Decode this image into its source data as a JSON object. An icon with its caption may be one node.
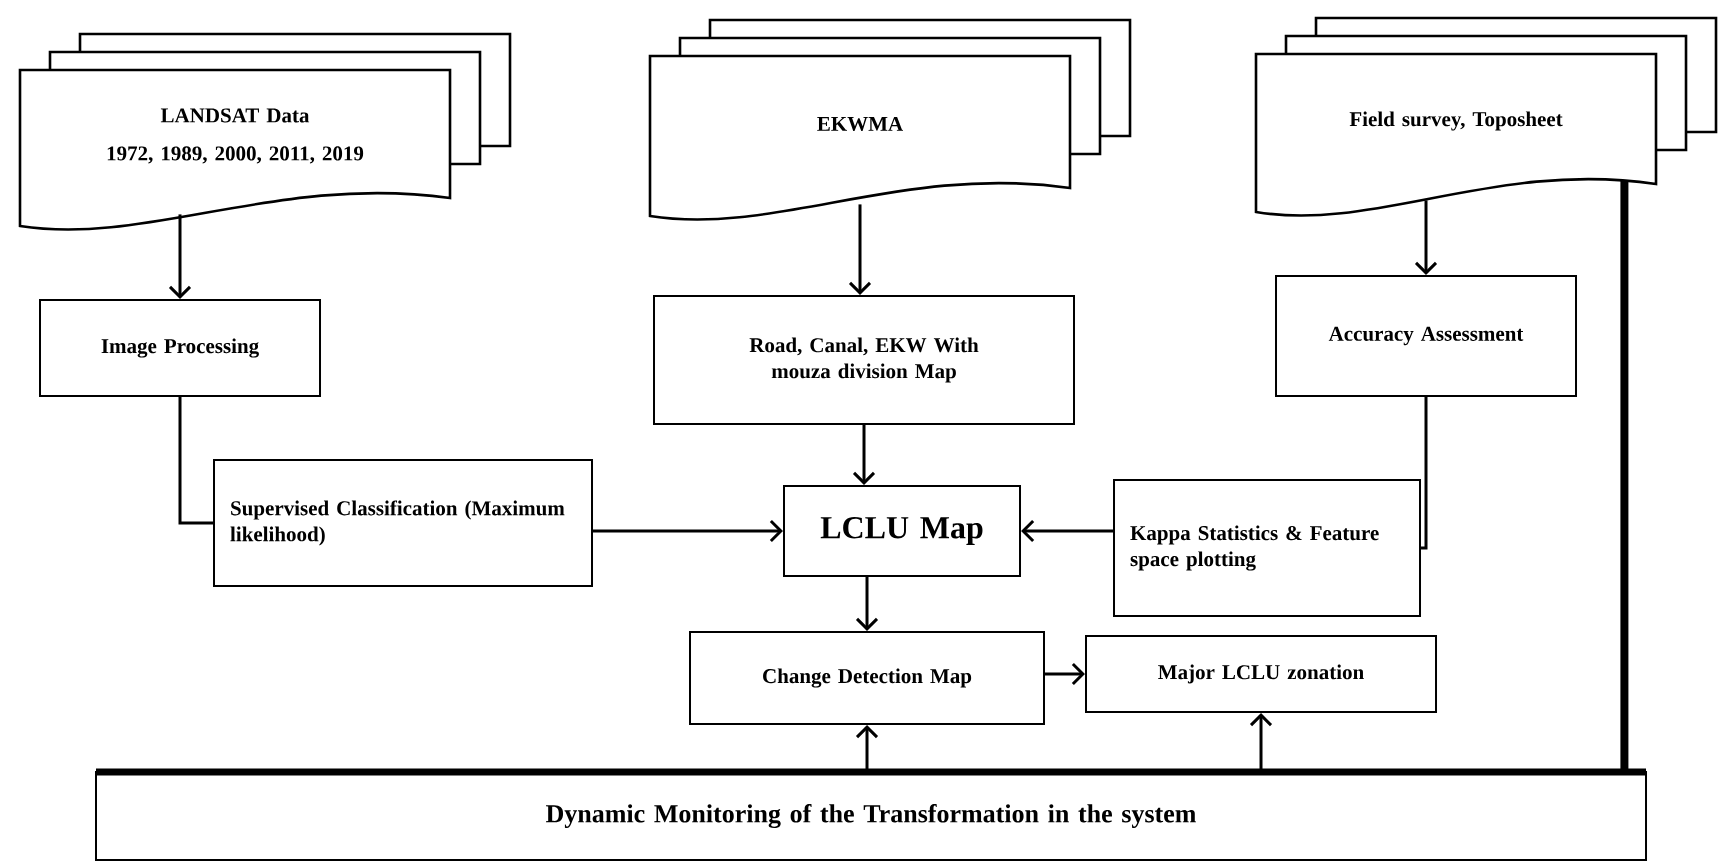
{
  "diagram": {
    "nodes": [
      {
        "text": [
          "LANDSAT Data",
          "1972, 1989, 2000, 2011, 2019"
        ]
      },
      {
        "text": [
          "EKWMA"
        ]
      },
      {
        "text": [
          "Field survey, Toposheet"
        ]
      },
      {
        "text": [
          "Image Processing"
        ]
      },
      {
        "text": [
          "Road, Canal, EKW With mouza division Map"
        ]
      },
      {
        "text": [
          "Accuracy Assessment"
        ]
      },
      {
        "text": [
          "Supervised Classification (Maximum likelihood)"
        ]
      },
      {
        "text": [
          "LCLU Map"
        ]
      },
      {
        "text": [
          "Kappa Statistics & Feature space plotting"
        ]
      },
      {
        "text": [
          "Change Detection Map"
        ]
      },
      {
        "text": [
          "Major LCLU zonation"
        ]
      },
      {
        "text": [
          "Dynamic Monitoring of the Transformation in the system"
        ]
      }
    ],
    "edges": [
      {
        "from": 0,
        "to": 3,
        "arrow": "to"
      },
      {
        "from": 1,
        "to": 4,
        "arrow": "to"
      },
      {
        "from": 2,
        "to": 5,
        "arrow": "to"
      },
      {
        "from": 3,
        "to": 6,
        "arrow": "none"
      },
      {
        "from": 6,
        "to": 7,
        "arrow": "to"
      },
      {
        "from": 4,
        "to": 7,
        "arrow": "to"
      },
      {
        "from": 5,
        "to": 8,
        "arrow": "none"
      },
      {
        "from": 8,
        "to": 7,
        "arrow": "to"
      },
      {
        "from": 7,
        "to": 9,
        "arrow": "to"
      },
      {
        "from": 9,
        "to": 10,
        "arrow": "to"
      },
      {
        "from": 11,
        "to": 9,
        "arrow": "to"
      },
      {
        "from": 11,
        "to": 10,
        "arrow": "to"
      },
      {
        "from": 2,
        "to": 11,
        "arrow": "none",
        "style": "thick"
      }
    ]
  }
}
